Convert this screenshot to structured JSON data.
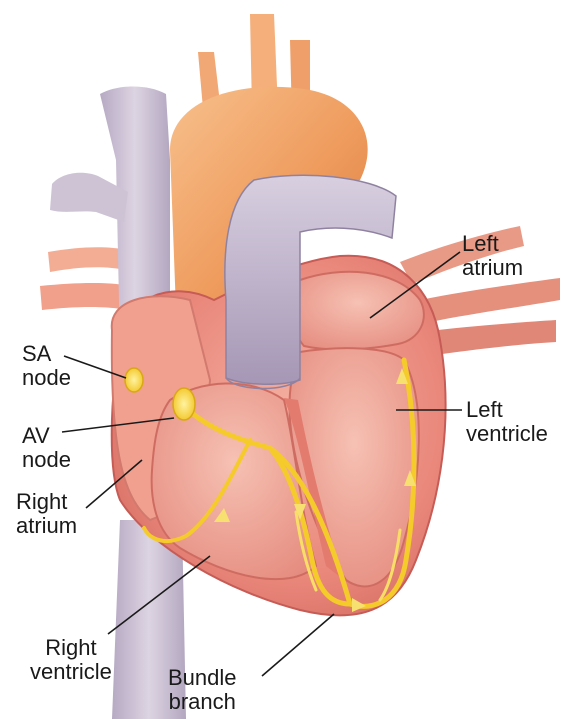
{
  "labels": {
    "left_atrium": "Left\natrium",
    "left_ventricle": "Left\nventricle",
    "sa_node": "SA\nnode",
    "av_node": "AV\nnode",
    "right_atrium": "Right\natrium",
    "right_ventricle": "Right\nventricle",
    "bundle_branch": "Bundle\nbranch"
  },
  "colors": {
    "aorta": "#f0a068",
    "vena_cava": "#c9bfd0",
    "pulmonary_artery": "#b9adc6",
    "muscle": "#e9867a",
    "chamber": "#f1a79a",
    "conduction": "#f5d032",
    "background": "#ffffff"
  }
}
